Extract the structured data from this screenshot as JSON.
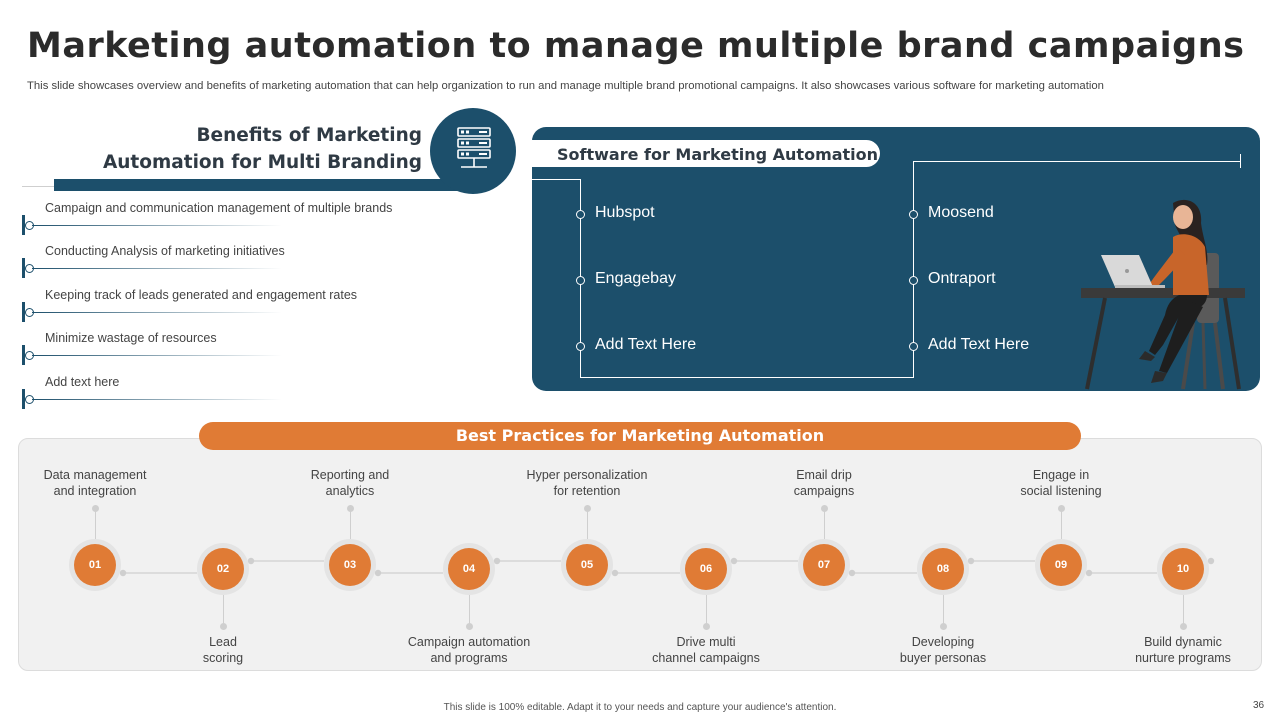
{
  "slide": {
    "title": "Marketing automation to manage multiple brand campaigns",
    "subtitle": "This slide showcases overview and benefits of marketing automation that can help organization to run and manage multiple brand promotional campaigns. It also showcases various software for marketing automation",
    "page_number": "36",
    "footer_note": "This slide is 100% editable. Adapt it to your needs and capture your audience's attention."
  },
  "benefits": {
    "heading_line1": "Benefits of Marketing",
    "heading_line2": "Automation for Multi Branding",
    "icon": "server-icon",
    "items": [
      "Campaign and communication management of multiple brands",
      "Conducting Analysis of marketing initiatives",
      "Keeping track of leads generated and engagement rates",
      "Minimize wastage of resources",
      "Add text here"
    ]
  },
  "software": {
    "heading": "Software for Marketing Automation",
    "left": [
      "Hubspot",
      "Engagebay",
      "Add Text Here"
    ],
    "right": [
      "Moosend",
      "Ontraport",
      "Add Text Here"
    ],
    "illustration": "woman-at-laptop-illustration"
  },
  "best_practices": {
    "heading": "Best Practices for Marketing Automation",
    "steps": [
      {
        "num": "01",
        "line1": "Data management",
        "line2": "and integration"
      },
      {
        "num": "02",
        "line1": "Lead",
        "line2": "scoring"
      },
      {
        "num": "03",
        "line1": "Reporting and",
        "line2": "analytics"
      },
      {
        "num": "04",
        "line1": "Campaign automation",
        "line2": "and programs"
      },
      {
        "num": "05",
        "line1": "Hyper personalization",
        "line2": "for retention"
      },
      {
        "num": "06",
        "line1": "Drive  multi",
        "line2": "channel campaigns"
      },
      {
        "num": "07",
        "line1": "Email drip",
        "line2": "campaigns"
      },
      {
        "num": "08",
        "line1": "Developing",
        "line2": "buyer personas"
      },
      {
        "num": "09",
        "line1": "Engage in",
        "line2": "social listening"
      },
      {
        "num": "10",
        "line1": "Build dynamic",
        "line2": "nurture programs"
      }
    ]
  },
  "colors": {
    "primary_blue": "#1c4f6b",
    "accent_orange": "#e07b35",
    "panel_gray": "#f1f1f1"
  }
}
